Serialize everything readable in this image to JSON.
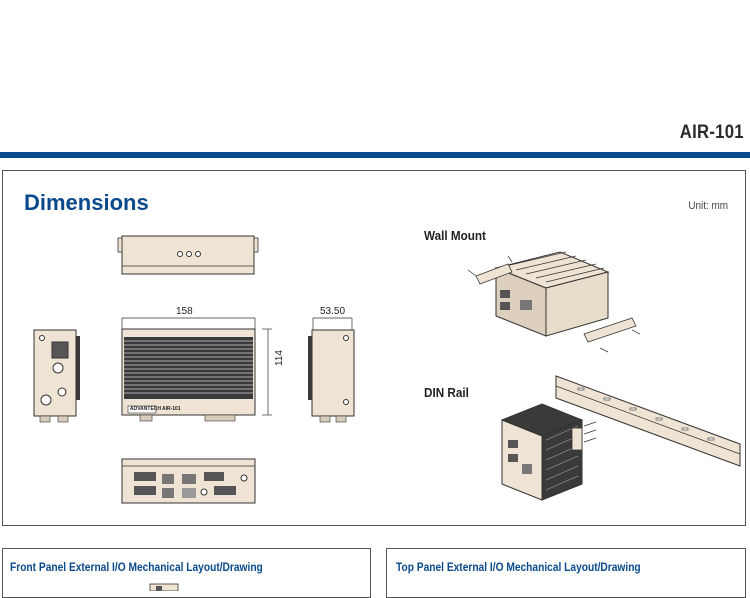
{
  "header": {
    "model": "AIR-101"
  },
  "dimensions": {
    "title": "Dimensions",
    "unit": "Unit: mm",
    "width_value": "158",
    "height_value": "114",
    "depth_value": "53.50",
    "front_brand": "ADVANTECH",
    "front_model": "AIR-101"
  },
  "mounting": {
    "wall_mount_label": "Wall Mount",
    "din_rail_label": "DIN Rail"
  },
  "sections": {
    "front_panel_title": "Front Panel External I/O Mechanical Layout/Drawing",
    "top_panel_title": "Top Panel External I/O Mechanical Layout/Drawing"
  },
  "colors": {
    "accent": "#0a4a8c",
    "device_fill": "#efe3d3",
    "heatsink": "#3a3a3a"
  }
}
